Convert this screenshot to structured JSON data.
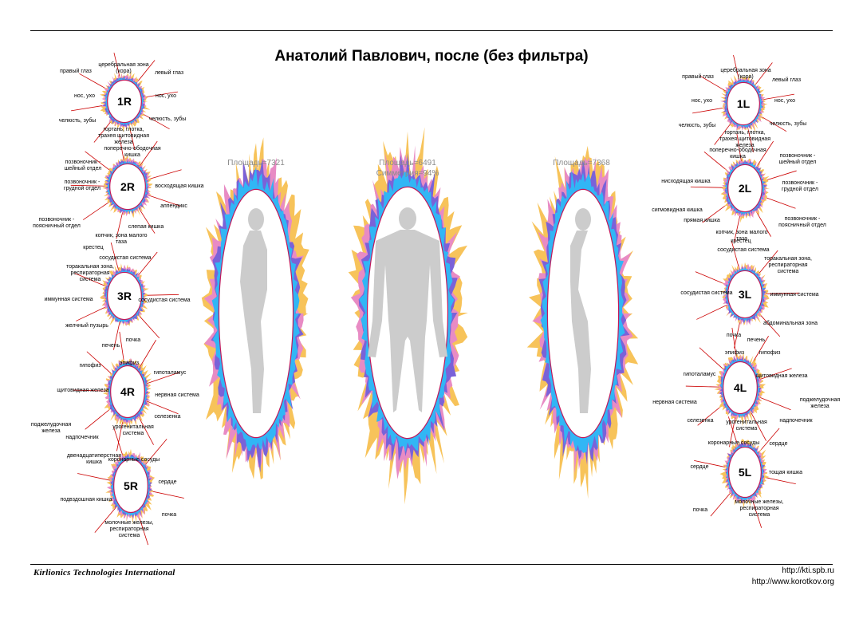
{
  "title": "Анатолий Павлович, после (без фильтра)",
  "figures": {
    "left": {
      "caption": "Площадь=7321"
    },
    "center": {
      "caption": "Площадь=6491",
      "caption2": "Симметрия=94%"
    },
    "right": {
      "caption": "Площадь=7368"
    }
  },
  "footer": {
    "logo": "Kirlionics Technologies International",
    "url1": "http://kti.spb.ru",
    "url2": "http://www.korotkov.org"
  },
  "colors": {
    "glow_yellow": "#f7c35a",
    "glow_pink": "#e88bc4",
    "glow_purple": "#7a62d8",
    "glow_blue": "#31b6f5",
    "line_red": "#cc0000",
    "silhouette": "#cccccc"
  },
  "fingers": [
    {
      "id": "1R",
      "labels": [
        "правый глаз",
        "церебральная зона (кора)",
        "левый глаз",
        "нос, ухо",
        "нос, ухо",
        "челюсть, зубы",
        "челюсть, зубы",
        "гортань, глотка, трахея щитовидная железа"
      ]
    },
    {
      "id": "2R",
      "labels": [
        "поперечно-ободочная кишка",
        "позвоночник - шейный отдел",
        "позвоночник - грудной отдел",
        "восходящая кишка",
        "аппендикс",
        "позвоночник - поясничный отдел",
        "слепая кишка",
        "копчик, зона малого таза",
        "крестец"
      ]
    },
    {
      "id": "3R",
      "labels": [
        "сосудистая система",
        "торакальная зона, респираторная система",
        "иммунная система",
        "сосудистая система",
        "желчный пузырь",
        "почка",
        "печень"
      ]
    },
    {
      "id": "4R",
      "labels": [
        "эпифиз",
        "гипофиз",
        "гипоталамус",
        "щитовидная железа",
        "нервная система",
        "поджелудочная железа",
        "селезенка",
        "надпочечник",
        "урогенитальная система"
      ]
    },
    {
      "id": "5R",
      "labels": [
        "двенадцатиперстная кишка",
        "коронарные сосуды",
        "сердце",
        "подвздошная кишка",
        "почка",
        "молочные железы, респираторная система"
      ]
    },
    {
      "id": "1L",
      "labels": [
        "церебральная зона (кора)",
        "правый глаз",
        "левый глаз",
        "нос, ухо",
        "нос, ухо",
        "челюсть, зубы",
        "челюсть, зубы",
        "гортань, глотка, трахея щитовидная железа"
      ]
    },
    {
      "id": "2L",
      "labels": [
        "поперечно-ободочная кишка",
        "позвоночник - шейный отдел",
        "нисходящая кишка",
        "позвоночник - грудной отдел",
        "сигмовидная кишка",
        "прямая кишка",
        "позвоночник - поясничный отдел",
        "крестец",
        "копчик, зона малого таза"
      ]
    },
    {
      "id": "3L",
      "labels": [
        "сосудистая система",
        "торакальная зона, респираторная система",
        "сосудистая система",
        "иммунная система",
        "абдоминальная зона",
        "почка",
        "печень"
      ]
    },
    {
      "id": "4L",
      "labels": [
        "эпифиз",
        "гипофиз",
        "гипоталамус",
        "щитовидная железа",
        "нервная система",
        "поджелудочная железа",
        "селезенка",
        "надпочечник",
        "урогенитальная система"
      ]
    },
    {
      "id": "5L",
      "labels": [
        "коронарные сосуды",
        "сердце",
        "сердце",
        "тощая кишка",
        "почка",
        "молочные железы, респираторная система"
      ]
    }
  ]
}
